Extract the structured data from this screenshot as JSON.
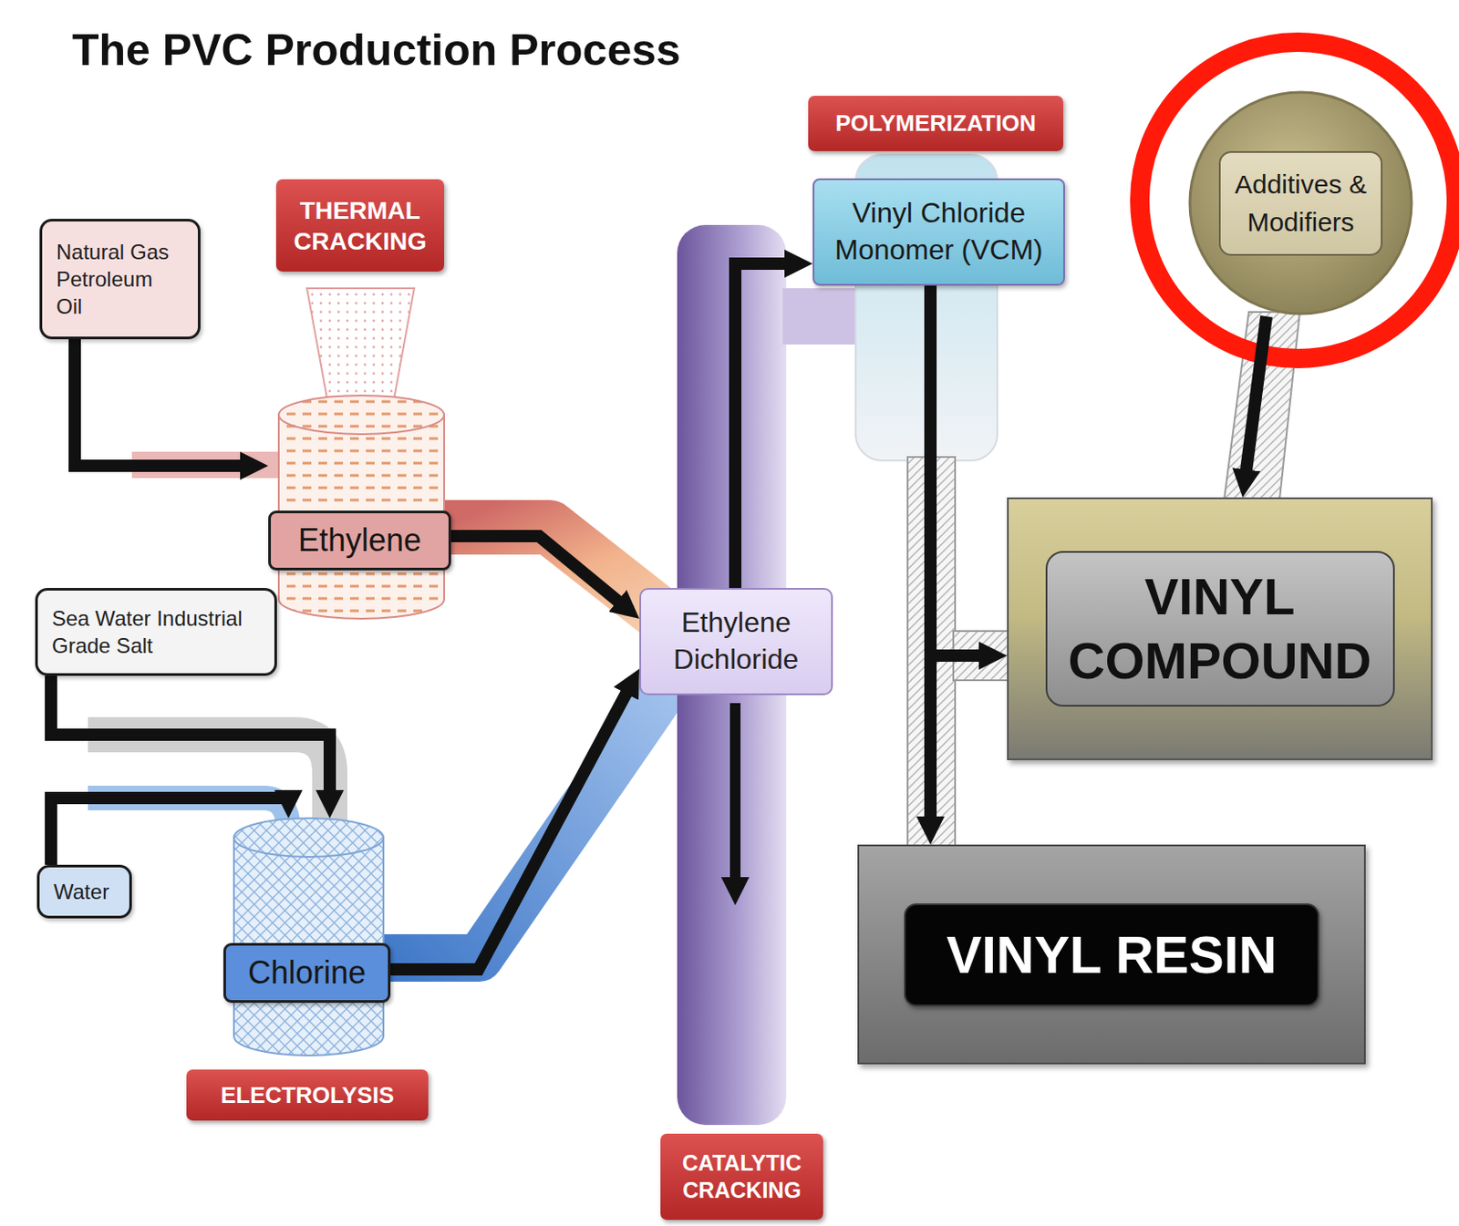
{
  "diagram": {
    "title": "The PVC Production Process",
    "nodes": [
      {
        "text": [
          "Natural Gas Petroleum Oil"
        ]
      },
      {
        "text": [
          "THERMAL CRACKING"
        ]
      },
      {
        "text": [
          "Ethylene"
        ]
      },
      {
        "text": [
          "Sea Water Industrial Grade Salt"
        ]
      },
      {
        "text": [
          "Water"
        ]
      },
      {
        "text": [
          "Chlorine"
        ]
      },
      {
        "text": [
          "ELECTROLYSIS"
        ]
      },
      {
        "text": [
          "POLYMERIZATION"
        ]
      },
      {
        "text": [
          "Vinyl Chloride Monomer (VCM)"
        ]
      },
      {
        "text": [
          "Ethylene Dichloride"
        ]
      },
      {
        "text": [
          "CATALYTIC CRACKING"
        ]
      },
      {
        "text": [
          "Additives & Modifiers"
        ]
      },
      {
        "text": [
          "VINYL COMPOUND"
        ]
      },
      {
        "text": [
          "VINYL RESIN"
        ]
      }
    ],
    "edges": [
      {
        "from": 0,
        "to": 2,
        "arrow": "to"
      },
      {
        "from": 2,
        "to": 9,
        "arrow": "to"
      },
      {
        "from": 3,
        "to": 5,
        "arrow": "to"
      },
      {
        "from": 4,
        "to": 5,
        "arrow": "to"
      },
      {
        "from": 5,
        "to": 9,
        "arrow": "to"
      },
      {
        "from": 9,
        "to": 8,
        "arrow": "to"
      },
      {
        "from": 8,
        "to": 12,
        "arrow": "to"
      },
      {
        "from": 8,
        "to": 13,
        "arrow": "to"
      },
      {
        "from": 11,
        "to": 12,
        "arrow": "to"
      }
    ]
  }
}
